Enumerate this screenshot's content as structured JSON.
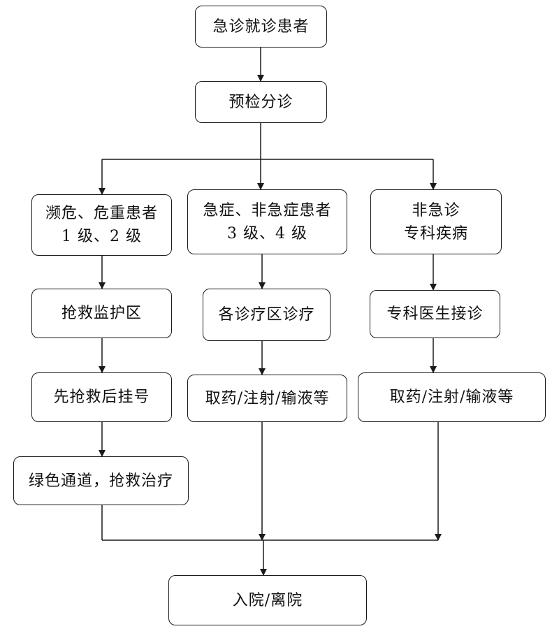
{
  "nodes": {
    "start": {
      "lines": [
        "急诊就诊患者"
      ]
    },
    "triage": {
      "lines": [
        "预检分诊"
      ]
    },
    "critical": {
      "lines": [
        "濒危、危重患者",
        "1 级、2 级"
      ]
    },
    "urgent": {
      "lines": [
        "急症、非急症患者",
        "3 级、4 级"
      ]
    },
    "nonurgent": {
      "lines": [
        "非急诊",
        "专科疾病"
      ]
    },
    "rescue_area": {
      "lines": [
        "抢救监护区"
      ]
    },
    "dept_clinics": {
      "lines": [
        "各诊疗区诊疗"
      ]
    },
    "specialist": {
      "lines": [
        "专科医生接诊"
      ]
    },
    "rescue_first": {
      "lines": [
        "先抢救后挂号"
      ]
    },
    "meds_urgent": {
      "lines": [
        "取药/注射/输液等"
      ]
    },
    "meds_nonurgent": {
      "lines": [
        "取药/注射/输液等"
      ]
    },
    "green_channel": {
      "lines": [
        "绿色通道，抢救治疗"
      ]
    },
    "end": {
      "lines": [
        "入院/离院"
      ]
    }
  },
  "colors": {
    "line": "#1a1a1a",
    "box_border": "#1a1a1a",
    "text": "#111111",
    "background": "#ffffff"
  }
}
